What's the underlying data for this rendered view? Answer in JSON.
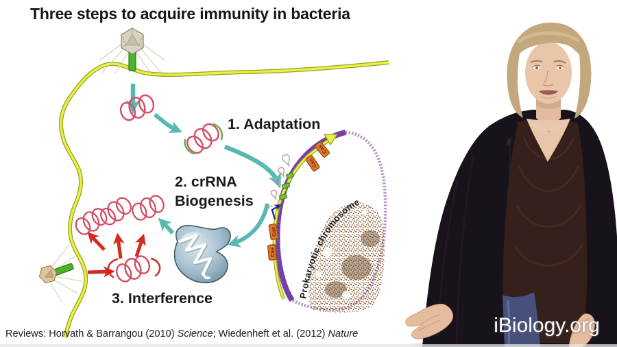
{
  "slide": {
    "title": "Three steps to acquire immunity in bacteria",
    "steps": {
      "step1": "1. Adaptation",
      "step2_line1": "2. crRNA",
      "step2_line2": "Biogenesis",
      "step3": "3. Interference"
    },
    "diagram": {
      "cas_gene_label": "Cas",
      "chromosome_label": "Prokaryotic chromosome",
      "icons": {
        "phage": "bacteriophage-icon",
        "membrane": "cell-membrane-curve",
        "dna_coil": "viral-dna-coil",
        "protein": "cas-protein-complex",
        "chromosome": "prokaryotic-chromosome-loop"
      },
      "colors": {
        "membrane_yellow": "#e9f141",
        "membrane_edge": "#99a02b",
        "arrow_teal": "#57bab0",
        "arrow_red": "#d42a1e",
        "dna_coil_red": "#d4506a",
        "spacer_green": "#72c43e",
        "cas_orange": "#e0762a",
        "helix_purple": "#8a2f96",
        "helix_blue": "#4a4ab8",
        "protein_blue": "#a8c2d1",
        "chromatin_brown": "#7a4a1e"
      }
    },
    "citation": {
      "prefix": "Reviews: Horvath & Barrangou (2010) ",
      "journal1": "Science",
      "middle": "; Wiedenheft et al. (2012) ",
      "journal2": "Nature"
    }
  },
  "video": {
    "watermark": "iBiology.org"
  }
}
